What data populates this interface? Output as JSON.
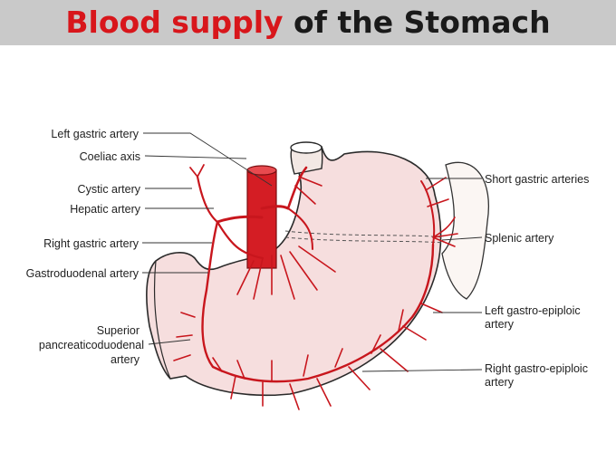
{
  "title": {
    "highlight": "Blood supply",
    "rest": " of the Stomach"
  },
  "labels": {
    "left_gastric_artery": "Left gastric artery",
    "coeliac_axis": "Coeliac axis",
    "cystic_artery": "Cystic artery",
    "hepatic_artery": "Hepatic artery",
    "right_gastric_artery": "Right gastric artery",
    "gastroduodenal_artery": "Gastroduodenal artery",
    "superior_pancreaticoduodenal_line1": "Superior",
    "superior_pancreaticoduodenal_line2": "pancreaticoduodenal",
    "superior_pancreaticoduodenal_line3": "artery",
    "short_gastric_arteries": "Short gastric arteries",
    "splenic_artery": "Splenic artery",
    "left_gastro_epiploic_line1": "Left gastro-epiploic",
    "left_gastro_epiploic_line2": "artery",
    "right_gastro_epiploic_line1": "Right gastro-epiploic",
    "right_gastro_epiploic_line2": "artery"
  },
  "colors": {
    "title_highlight": "#d8161b",
    "title_bar": "#c9c9c9",
    "artery": "#c8161d",
    "stomach": "#f6dede"
  }
}
